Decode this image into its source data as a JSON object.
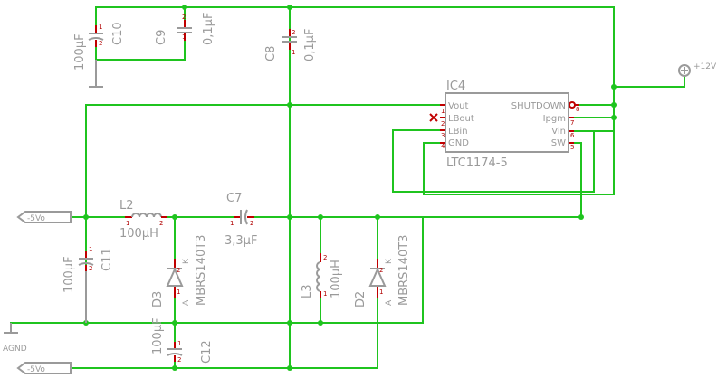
{
  "colors": {
    "wire": "#1fc41f",
    "component": "#9a9a9a",
    "pin": "#c00000",
    "background": "#ffffff"
  },
  "ports": {
    "plus12v": "+12V",
    "agnd": "AGND",
    "neg5v_top": "-5Vo",
    "neg5v_bottom": "-5Vo"
  },
  "ic4": {
    "name": "IC4",
    "value": "LTC1174-5",
    "left_pins": [
      {
        "num": "1",
        "name": "Vout"
      },
      {
        "num": "2",
        "name": "LBout"
      },
      {
        "num": "3",
        "name": "LBin"
      },
      {
        "num": "4",
        "name": "GND"
      }
    ],
    "right_pins": [
      {
        "num": "8",
        "name": "SHUTDOWN"
      },
      {
        "num": "7",
        "name": "Ipgm"
      },
      {
        "num": "6",
        "name": "Vin"
      },
      {
        "num": "5",
        "name": "SW"
      }
    ]
  },
  "c10": {
    "name": "C10",
    "value": "100µF",
    "pin1": "1",
    "pin2": "2"
  },
  "c9": {
    "name": "C9",
    "value": "0,1µF",
    "pin1": "1",
    "pin2": "2"
  },
  "c8": {
    "name": "C8",
    "value": "0,1µF",
    "pin1": "1",
    "pin2": "2"
  },
  "c7": {
    "name": "C7",
    "value": "3,3µF",
    "pin1": "1",
    "pin2": "2"
  },
  "c11": {
    "name": "C11",
    "value": "100µF",
    "pin1": "1",
    "pin2": "2"
  },
  "c12": {
    "name": "C12",
    "value": "100µF",
    "pin1": "1",
    "pin2": "2"
  },
  "l2": {
    "name": "L2",
    "value": "100µH",
    "pin1": "1",
    "pin2": "2"
  },
  "l3": {
    "name": "L3",
    "value": "100µH",
    "pin1": "1",
    "pin2": "2"
  },
  "d3": {
    "name": "D3",
    "value": "MBRS140T3",
    "anode": "A",
    "cathode": "K",
    "pin1": "1",
    "pin2": "2"
  },
  "d2": {
    "name": "D2",
    "value": "MBRS140T3",
    "anode": "A",
    "cathode": "K",
    "pin1": "1",
    "pin2": "2"
  }
}
